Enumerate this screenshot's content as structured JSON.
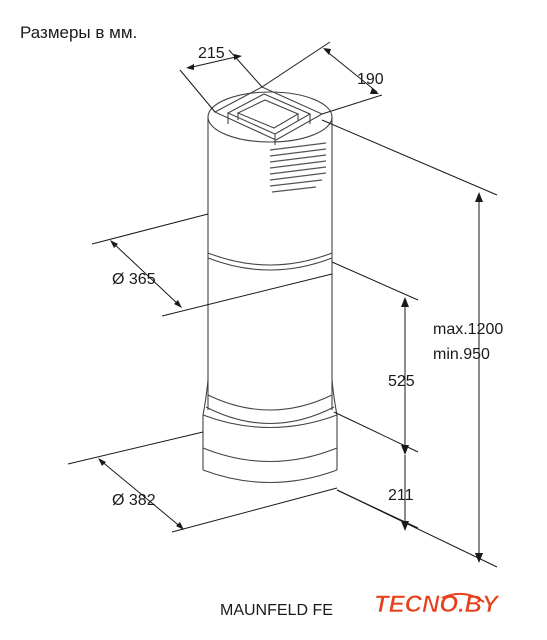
{
  "header": {
    "title": "Размеры в мм."
  },
  "dimensions": {
    "top_width": "215",
    "top_depth": "190",
    "diameter_upper": "Ø 365",
    "diameter_lower": "Ø 382",
    "height_max": "max.1200",
    "height_min": "min.950",
    "middle_height": "525",
    "bottom_height": "211"
  },
  "footer": {
    "model": "MAUNFELD FE",
    "watermark": "TECNO.BY",
    "watermark_color": "#e8401c"
  }
}
